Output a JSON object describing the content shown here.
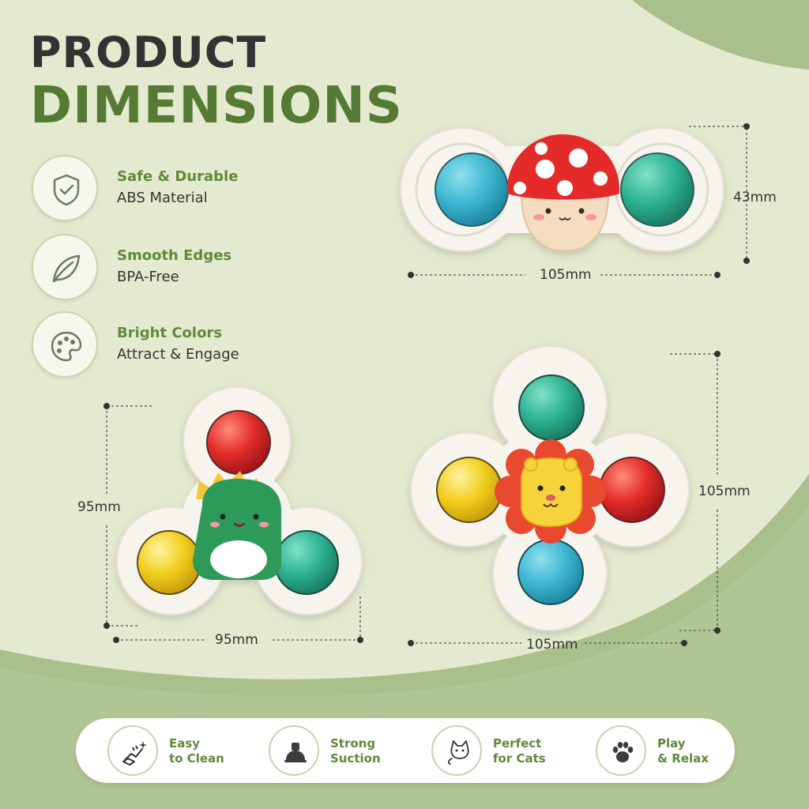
{
  "heading": {
    "line1": "PRODUCT",
    "line2": "DIMENSIONS"
  },
  "features": [
    {
      "title": "Safe & Durable",
      "subtitle": "ABS Material",
      "icon": "shield-check-icon"
    },
    {
      "title": "Smooth Edges",
      "subtitle": "BPA-Free",
      "icon": "leaf-icon"
    },
    {
      "title": "Bright Colors",
      "subtitle": "Attract & Engage",
      "icon": "palette-icon"
    }
  ],
  "products": {
    "mushroom": {
      "width_label": "105mm",
      "height_label": "43mm"
    },
    "dino": {
      "width_label": "95mm",
      "height_label": "95mm"
    },
    "lion": {
      "width_label": "105mm",
      "height_label": "105mm"
    }
  },
  "bottom_features": [
    {
      "line1": "Easy",
      "line2": "to Clean",
      "icon": "hand-sparkle-icon"
    },
    {
      "line1": "Strong",
      "line2": "Suction",
      "icon": "suction-cup-icon"
    },
    {
      "line1": "Perfect",
      "line2": "for Cats",
      "icon": "cat-icon"
    },
    {
      "line1": "Play",
      "line2": "& Relax",
      "icon": "paw-icon"
    }
  ],
  "colors": {
    "background": "#e4eacf",
    "accent_green": "#567a34",
    "dark_green_shape": "#a9c08d",
    "ball_blue": "#3fb7d0",
    "ball_teal": "#2fb394",
    "ball_red": "#e32d2a",
    "ball_yellow": "#f2cf1f"
  }
}
